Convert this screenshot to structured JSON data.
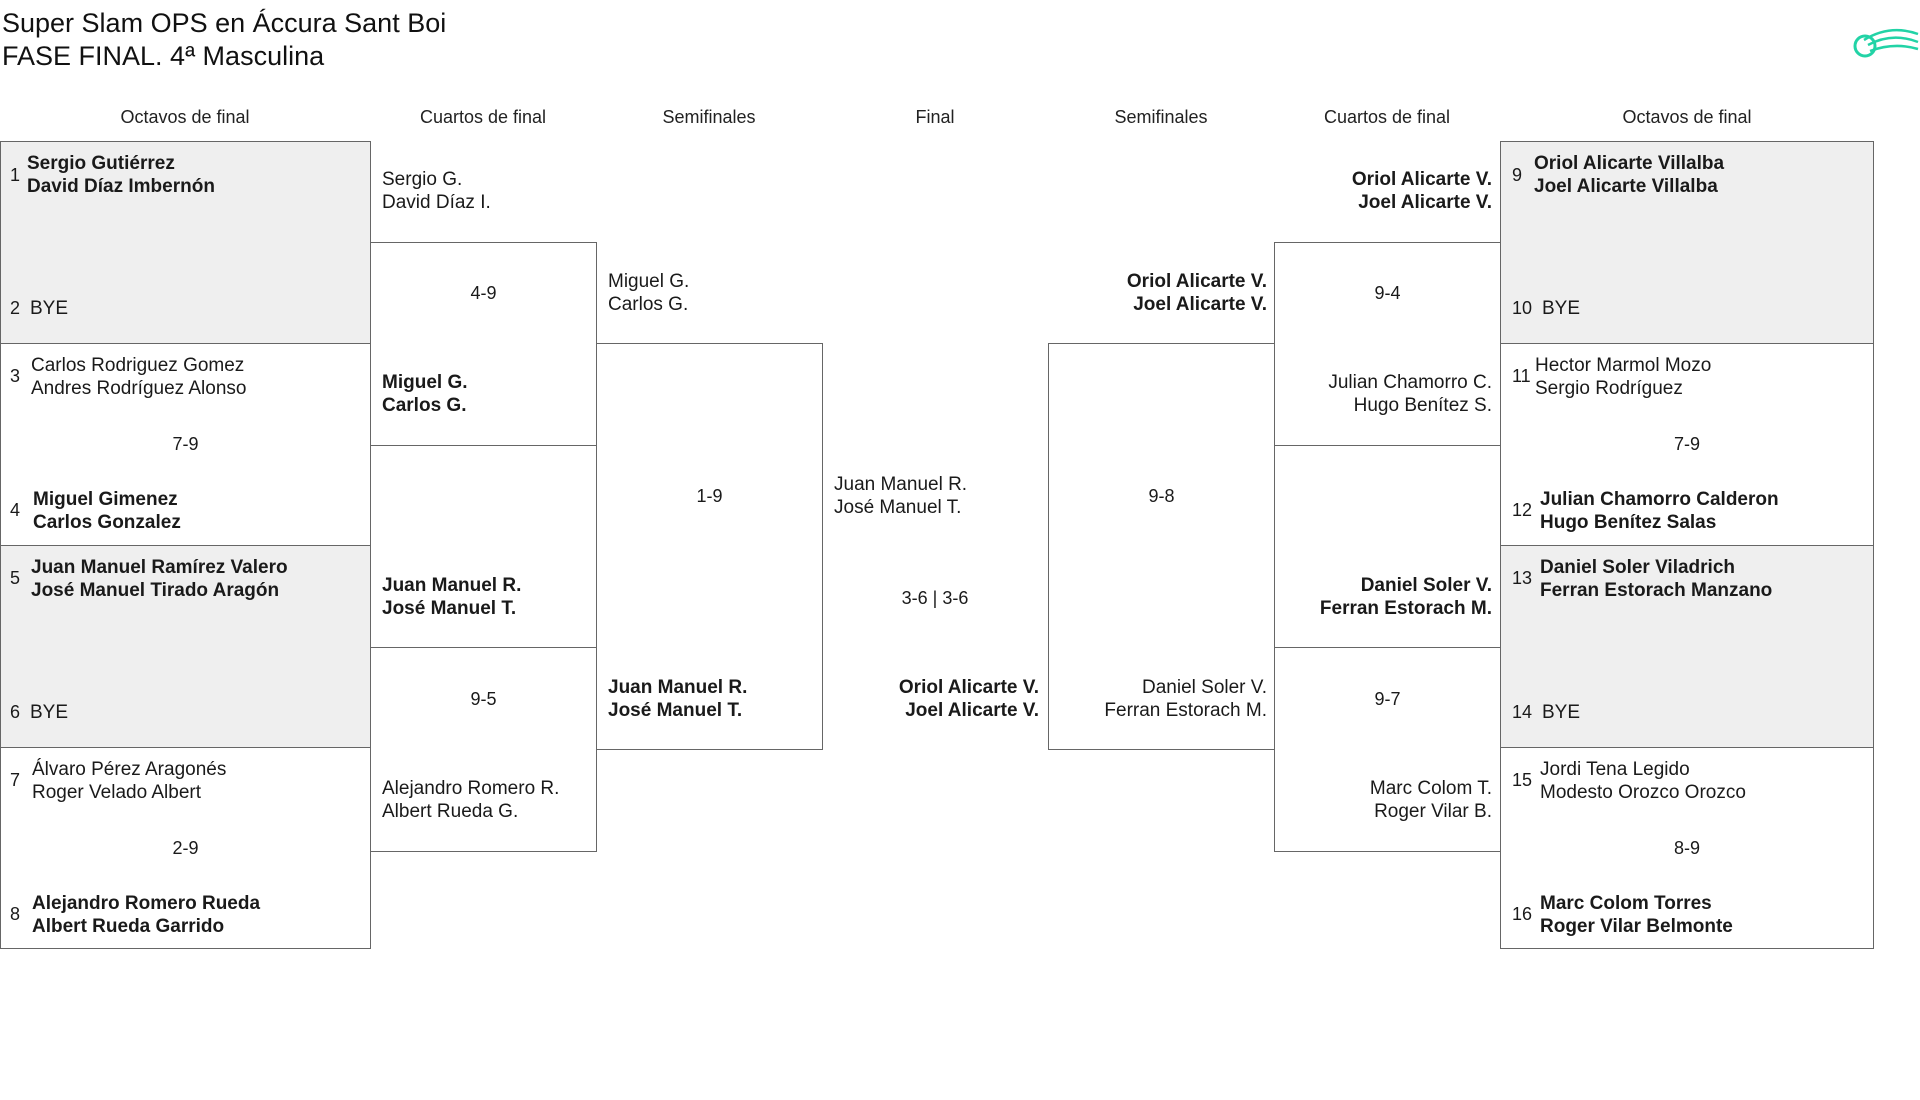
{
  "header": {
    "title": "Super Slam OPS en Áccura Sant Boi",
    "subtitle": "FASE FINAL. 4ª Masculina",
    "logo_color": "#22d3a6"
  },
  "rounds": {
    "octavos": "Octavos de final",
    "cuartos": "Cuartos de final",
    "semis": "Semifinales",
    "final": "Final"
  },
  "left": {
    "octavos": [
      {
        "seed": "1",
        "p1": "Sergio Gutiérrez",
        "p2": "David Díaz Imbernón",
        "winner": true
      },
      {
        "seed": "2",
        "p1": "BYE",
        "p2": ""
      },
      {
        "seed": "3",
        "p1": "Carlos Rodriguez Gomez",
        "p2": "Andres Rodríguez Alonso"
      },
      {
        "seed": "4",
        "p1": "Miguel Gimenez",
        "p2": "Carlos Gonzalez",
        "winner": true
      },
      {
        "seed": "5",
        "p1": "Juan Manuel Ramírez Valero",
        "p2": "José Manuel Tirado Aragón",
        "winner": true
      },
      {
        "seed": "6",
        "p1": "BYE",
        "p2": ""
      },
      {
        "seed": "7",
        "p1": "Álvaro Pérez Aragonés",
        "p2": "Roger Velado Albert"
      },
      {
        "seed": "8",
        "p1": "Alejandro Romero Rueda",
        "p2": "Albert Rueda Garrido",
        "winner": true
      }
    ],
    "octavos_scores": [
      "7-9",
      "2-9"
    ],
    "cuartos": [
      {
        "p1": "Sergio G.",
        "p2": "David Díaz I."
      },
      {
        "p1": "Miguel G.",
        "p2": "Carlos G.",
        "winner": true
      },
      {
        "p1": "Juan Manuel R.",
        "p2": "José Manuel T.",
        "winner": true
      },
      {
        "p1": "Alejandro Romero R.",
        "p2": "Albert Rueda G."
      }
    ],
    "cuartos_scores": [
      "4-9",
      "9-5"
    ],
    "semis": [
      {
        "p1": "Miguel G.",
        "p2": "Carlos G."
      },
      {
        "p1": "Juan Manuel R.",
        "p2": "José Manuel T.",
        "winner": true
      }
    ],
    "semis_score": "1-9"
  },
  "final": {
    "team1": {
      "p1": "Juan Manuel R.",
      "p2": "José Manuel T."
    },
    "team2": {
      "p1": "Oriol Alicarte V.",
      "p2": "Joel Alicarte V.",
      "winner": true
    },
    "score": "3-6 | 3-6"
  },
  "right": {
    "octavos": [
      {
        "seed": "9",
        "p1": "Oriol Alicarte Villalba",
        "p2": "Joel Alicarte Villalba",
        "winner": true
      },
      {
        "seed": "10",
        "p1": "BYE",
        "p2": ""
      },
      {
        "seed": "11",
        "p1": "Hector Marmol Mozo",
        "p2": "Sergio Rodríguez"
      },
      {
        "seed": "12",
        "p1": "Julian Chamorro Calderon",
        "p2": "Hugo Benítez Salas",
        "winner": true
      },
      {
        "seed": "13",
        "p1": "Daniel Soler Viladrich",
        "p2": "Ferran Estorach Manzano",
        "winner": true
      },
      {
        "seed": "14",
        "p1": "BYE",
        "p2": ""
      },
      {
        "seed": "15",
        "p1": "Jordi Tena Legido",
        "p2": "Modesto Orozco Orozco"
      },
      {
        "seed": "16",
        "p1": "Marc Colom Torres",
        "p2": "Roger Vilar Belmonte",
        "winner": true
      }
    ],
    "octavos_scores": [
      "7-9",
      "8-9"
    ],
    "cuartos": [
      {
        "p1": "Oriol Alicarte V.",
        "p2": "Joel Alicarte V.",
        "winner": true
      },
      {
        "p1": "Julian Chamorro C.",
        "p2": "Hugo Benítez S."
      },
      {
        "p1": "Daniel Soler V.",
        "p2": "Ferran Estorach M.",
        "winner": true
      },
      {
        "p1": "Marc Colom T.",
        "p2": "Roger Vilar B."
      }
    ],
    "cuartos_scores": [
      "9-4",
      "9-7"
    ],
    "semis": [
      {
        "p1": "Oriol Alicarte V.",
        "p2": "Joel Alicarte V.",
        "winner": true
      },
      {
        "p1": "Daniel Soler V.",
        "p2": "Ferran Estorach M."
      }
    ],
    "semis_score": "9-8"
  }
}
